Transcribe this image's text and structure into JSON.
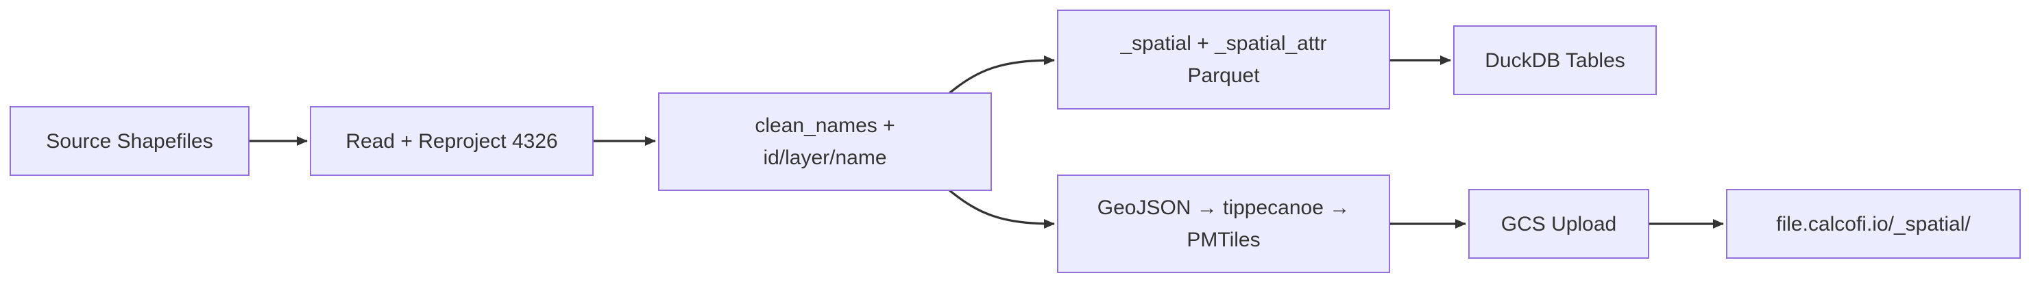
{
  "diagram": {
    "type": "flowchart",
    "direction": "left-to-right",
    "background": "#ffffff",
    "colors": {
      "node_fill": "#ECECFF",
      "node_border": "#9370DB",
      "edge": "#333333",
      "text": "#333333"
    },
    "nodes": [
      {
        "id": "source",
        "lines": [
          "Source Shapefiles"
        ]
      },
      {
        "id": "read",
        "lines": [
          "Read + Reproject 4326"
        ]
      },
      {
        "id": "clean",
        "lines": [
          "clean_names +",
          "id/layer/name"
        ]
      },
      {
        "id": "parquet",
        "lines": [
          "_spatial + _spatial_attr",
          "Parquet"
        ]
      },
      {
        "id": "duckdb",
        "lines": [
          "DuckDB Tables"
        ]
      },
      {
        "id": "tiles",
        "lines": [
          "GeoJSON → tippecanoe →",
          "PMTiles"
        ]
      },
      {
        "id": "gcs",
        "lines": [
          "GCS Upload"
        ]
      },
      {
        "id": "web",
        "lines": [
          "file.calcofi.io/_spatial/"
        ]
      }
    ],
    "edges": [
      {
        "from": "source",
        "to": "read"
      },
      {
        "from": "read",
        "to": "clean"
      },
      {
        "from": "clean",
        "to": "parquet"
      },
      {
        "from": "clean",
        "to": "tiles"
      },
      {
        "from": "parquet",
        "to": "duckdb"
      },
      {
        "from": "tiles",
        "to": "gcs"
      },
      {
        "from": "gcs",
        "to": "web"
      }
    ]
  }
}
